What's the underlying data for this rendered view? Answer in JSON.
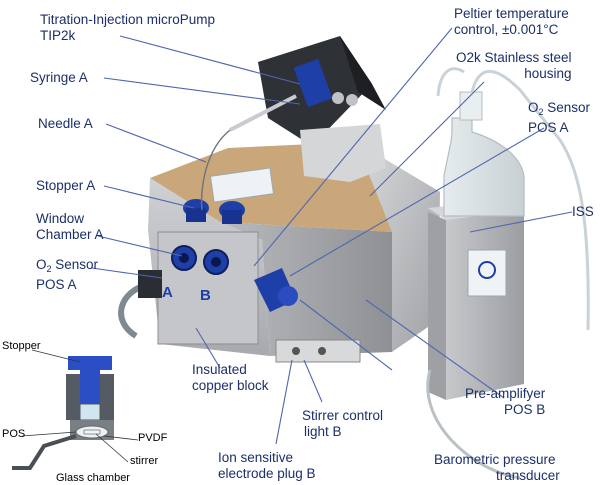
{
  "colors": {
    "label_dark": "#1b2f6a",
    "label_black": "#111111",
    "leader_line": "#4f66b0",
    "knob_blue": "#1f3fa8"
  },
  "labels": {
    "tip2k_line1": "Titration-Injection microPump",
    "tip2k_line2": "TIP2k",
    "syringe_a": "Syringe A",
    "needle_a": "Needle A",
    "stopper_a": "Stopper A",
    "window_line1": "Window",
    "window_line2": "Chamber A",
    "o2_a_prefix": "O",
    "o2_a_sub": "2",
    "o2_a_suffix": " Sensor",
    "o2_a_line2": "POS A",
    "letter_a": "A",
    "letter_b": "B",
    "peltier_line1": "Peltier temperature",
    "peltier_line2": "control, ±0.001°C",
    "housing_line1": "O2k Stainless steel",
    "housing_line2": "housing",
    "o2_b_prefix": "O",
    "o2_b_sub": "2",
    "o2_b_suffix": " Sensor",
    "o2_b_line2": "POS A",
    "iss": "ISS",
    "insulated_line1": "Insulated",
    "insulated_line2": "copper block",
    "stirrer_line1": "Stirrer control",
    "stirrer_line2": "light B",
    "preamp_line1": "Pre-amplifyer",
    "preamp_line2": "POS B",
    "ion_line1": "Ion sensitive",
    "ion_line2": "electrode plug B",
    "baro_line1": "Barometric pressure",
    "baro_line2": "transducer"
  },
  "inset": {
    "stopper": "Stopper",
    "pos": "POS",
    "pvdf": "PVDF",
    "stirrer": "stirrer",
    "glass_chamber": "Glass chamber"
  }
}
